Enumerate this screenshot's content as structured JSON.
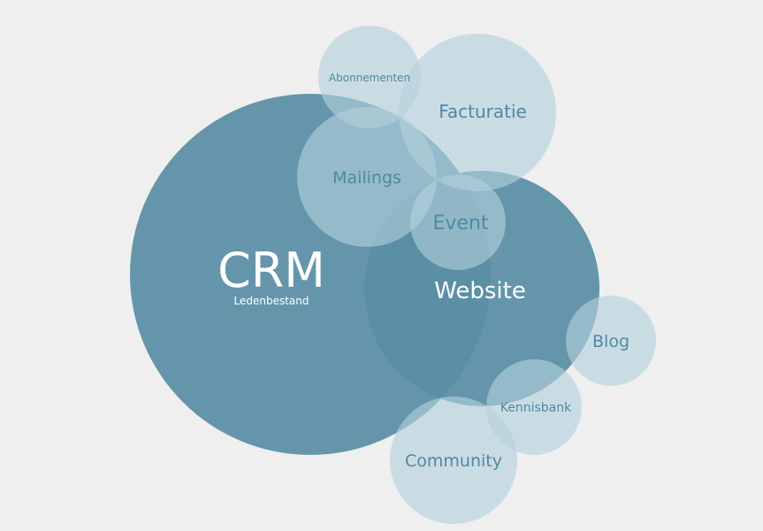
{
  "diagram": {
    "background": "#efefef",
    "colors": {
      "primary": "#5a8ea6",
      "secondary": "#b9d5de",
      "primary_text": "#ffffff",
      "secondary_text": "#4f89a2"
    },
    "nodes": [
      {
        "id": "crm",
        "label": "CRM",
        "sublabel": "Ledenbestand",
        "kind": "primary"
      },
      {
        "id": "website",
        "label": "Website",
        "kind": "primary"
      },
      {
        "id": "abonnementen",
        "label": "Abonnementen",
        "kind": "secondary"
      },
      {
        "id": "facturatie",
        "label": "Facturatie",
        "kind": "secondary"
      },
      {
        "id": "mailings",
        "label": "Mailings",
        "kind": "secondary"
      },
      {
        "id": "event",
        "label": "Event",
        "kind": "secondary"
      },
      {
        "id": "blog",
        "label": "Blog",
        "kind": "secondary"
      },
      {
        "id": "kennisbank",
        "label": "Kennisbank",
        "kind": "secondary"
      },
      {
        "id": "community",
        "label": "Community",
        "kind": "secondary"
      }
    ]
  }
}
